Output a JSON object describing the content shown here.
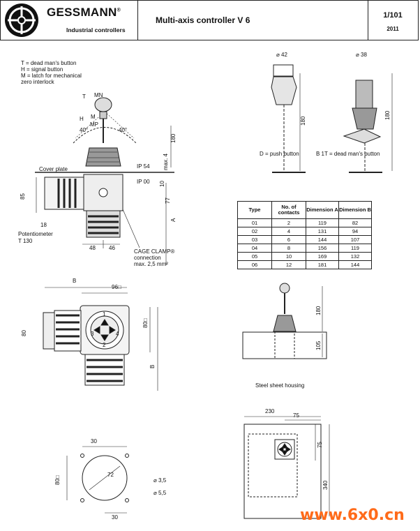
{
  "header": {
    "brand": "GESSMANN",
    "brand_mark": "®",
    "brand_subtitle": "Industrial controllers",
    "title": "Multi-axis controller  V 6",
    "doc_number": "1/101",
    "year": "2011"
  },
  "legend": [
    "T  = dead man's button",
    "H  = signal button",
    "M  = latch for mechanical",
    "       zero interlock"
  ],
  "side_view": {
    "mn": "MN",
    "t": "T",
    "h": "H",
    "m": "M",
    "mp": "MP",
    "angle_left": "40°",
    "angle_right": "40°",
    "dim_4": "max. 4",
    "dim_180": "180",
    "cover_plate": "Cover plate",
    "ip54": "IP 54",
    "ip00": "IP 00",
    "dim_10": "10",
    "dim_77": "77",
    "dim_85": "85",
    "dim_a": "A",
    "dim_18": "18",
    "potentiometer": "Potentiometer",
    "t130": "T 130",
    "dim_48": "48",
    "dim_46": "46",
    "cage_clamp": "CAGE CLAMP®",
    "connection": "connection",
    "max_mm": "max. 2,5 mm²"
  },
  "handles": {
    "dia_left": "⌀ 42",
    "dia_right": "⌀ 38",
    "dim_left": "180",
    "dim_right": "180",
    "label_left": "D = push button",
    "label_right": "B 1T = dead man's button"
  },
  "table": {
    "headers": [
      "Type",
      "No. of contacts",
      "Dimension A",
      "Dimension B"
    ],
    "rows": [
      [
        "01",
        "2",
        "119",
        "82"
      ],
      [
        "02",
        "4",
        "131",
        "94"
      ],
      [
        "03",
        "6",
        "144",
        "107"
      ],
      [
        "04",
        "8",
        "156",
        "119"
      ],
      [
        "05",
        "10",
        "169",
        "132"
      ],
      [
        "06",
        "12",
        "181",
        "144"
      ]
    ]
  },
  "top_view": {
    "dim_b": "B",
    "dim_96": "96□",
    "dim_80": "80",
    "dim_80sq": "80□",
    "dim_b_side": "B",
    "dir_1": "1",
    "dir_2": "2",
    "dir_3": "3",
    "dir_4": "4"
  },
  "steel_housing": {
    "dim_180": "180",
    "dim_105": "105",
    "caption": "Steel sheet housing"
  },
  "cutout": {
    "dim_30_top": "30",
    "dim_80sq": "80□",
    "dim_72": "72",
    "hole_35": "⌀ 3,5",
    "hole_55": "⌀ 5,5",
    "dim_30_bottom": "30"
  },
  "steel_top": {
    "dim_230": "230",
    "dim_75_top": "75",
    "dim_75_side": "75",
    "dim_340": "340"
  },
  "watermark": "www.6x0.cn"
}
